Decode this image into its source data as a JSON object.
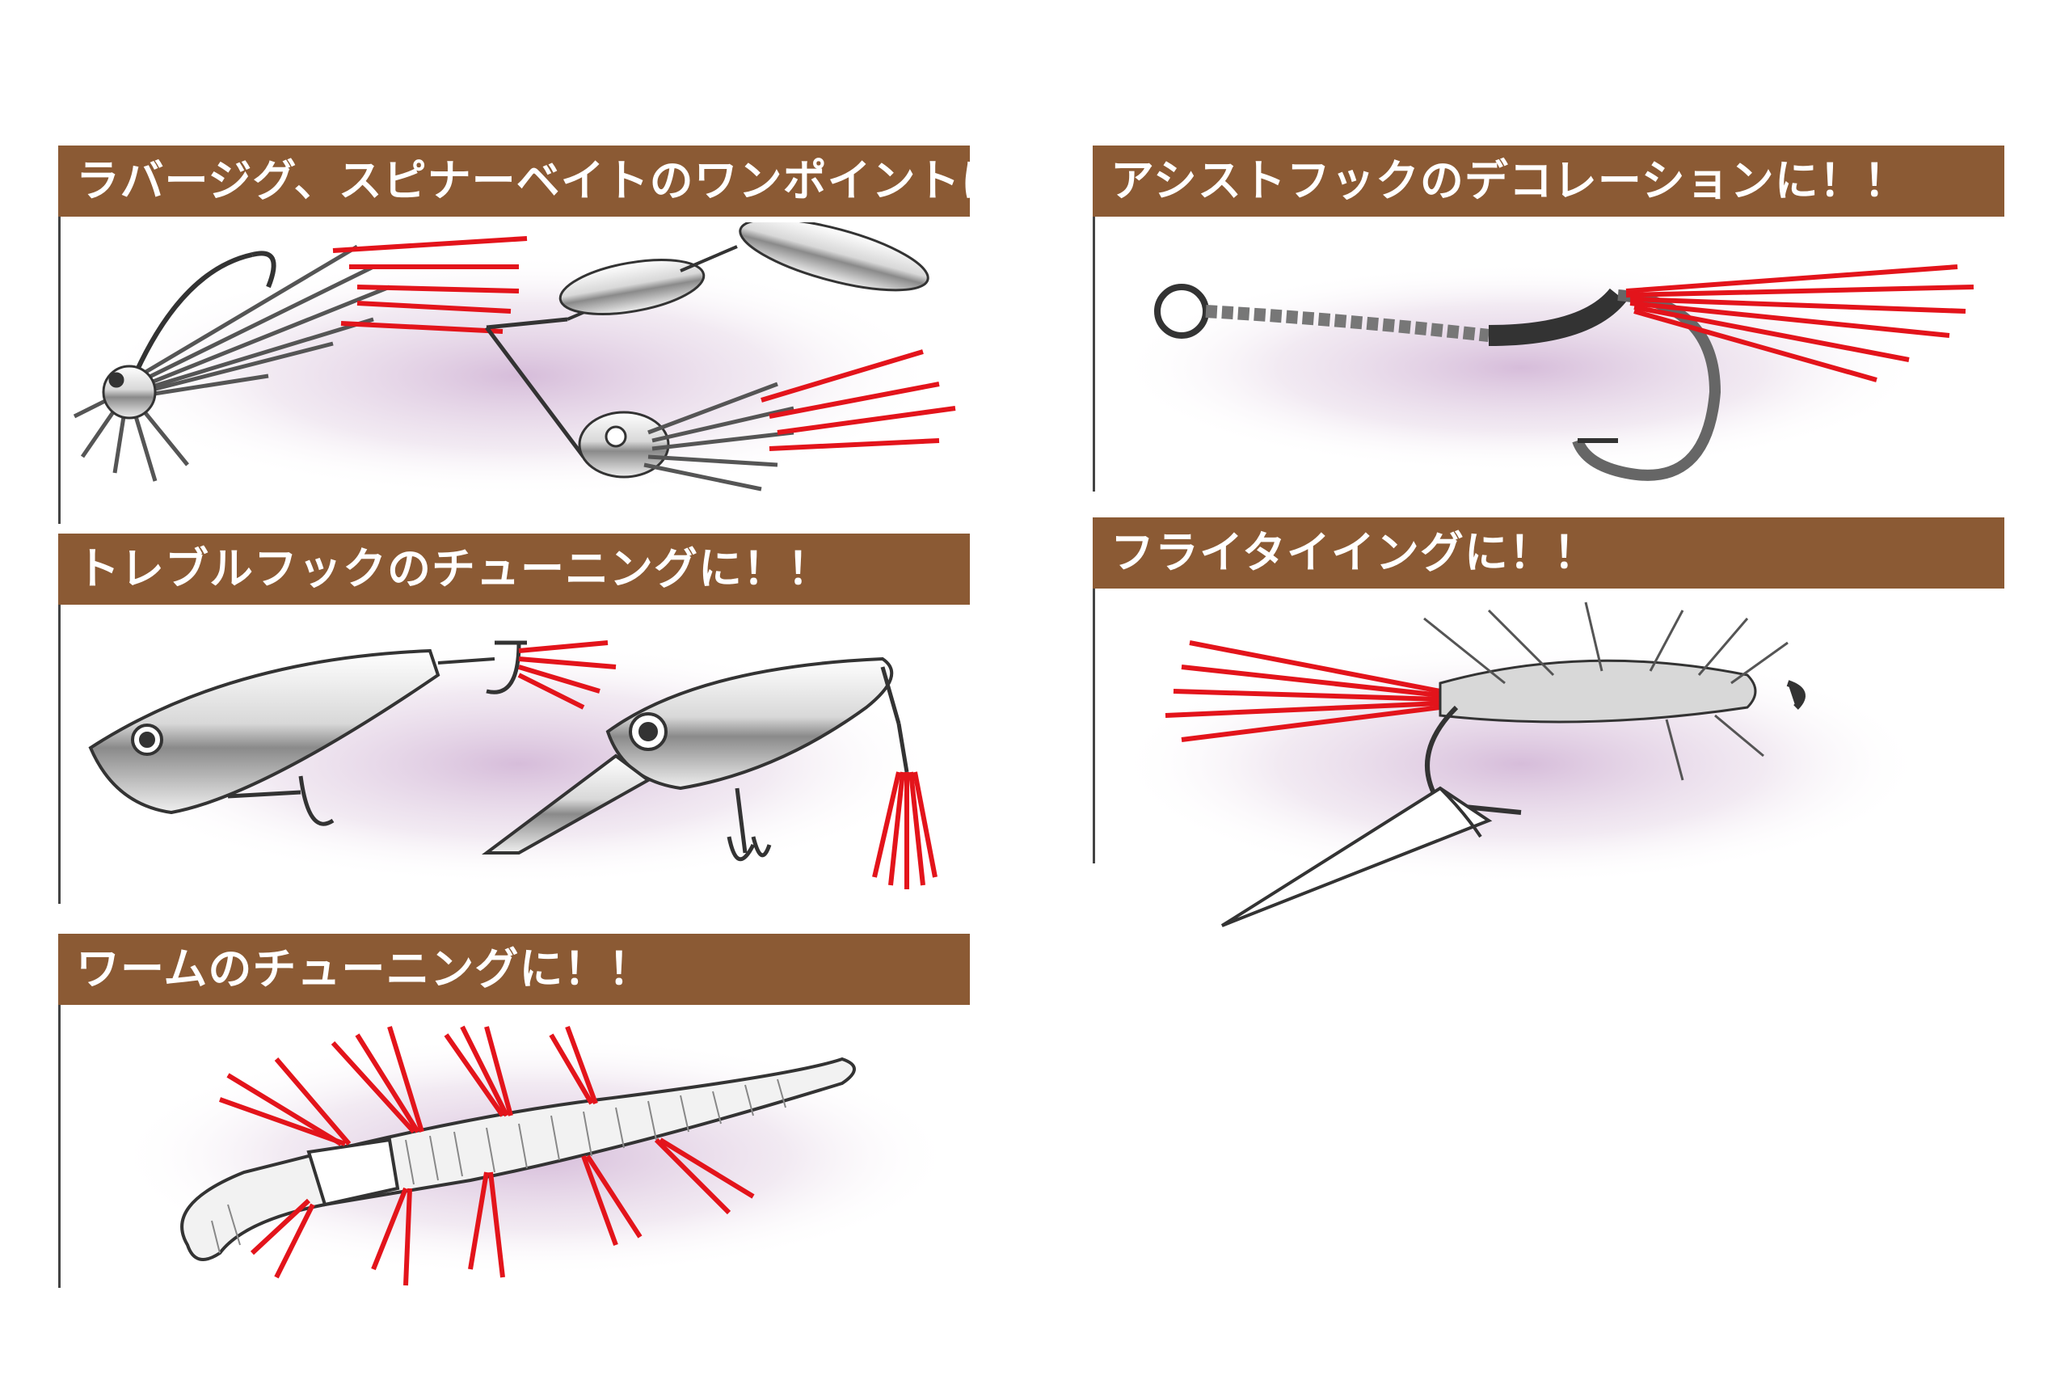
{
  "panels": {
    "rubber_jig": {
      "title": "ラバージグ、スピナーベイトのワンポイントに！！"
    },
    "assist_hook": {
      "title": "アシストフックのデコレーションに！！"
    },
    "treble_hook": {
      "title": "トレブルフックのチューニングに！！"
    },
    "fly_tying": {
      "title": "フライタイイングに！！"
    },
    "worm": {
      "title": "ワームのチューニングに！！"
    }
  },
  "colors": {
    "banner": "#8b5a34",
    "accent_red": "#e3141b",
    "glow": "#d9c3dc",
    "line": "#444444"
  }
}
